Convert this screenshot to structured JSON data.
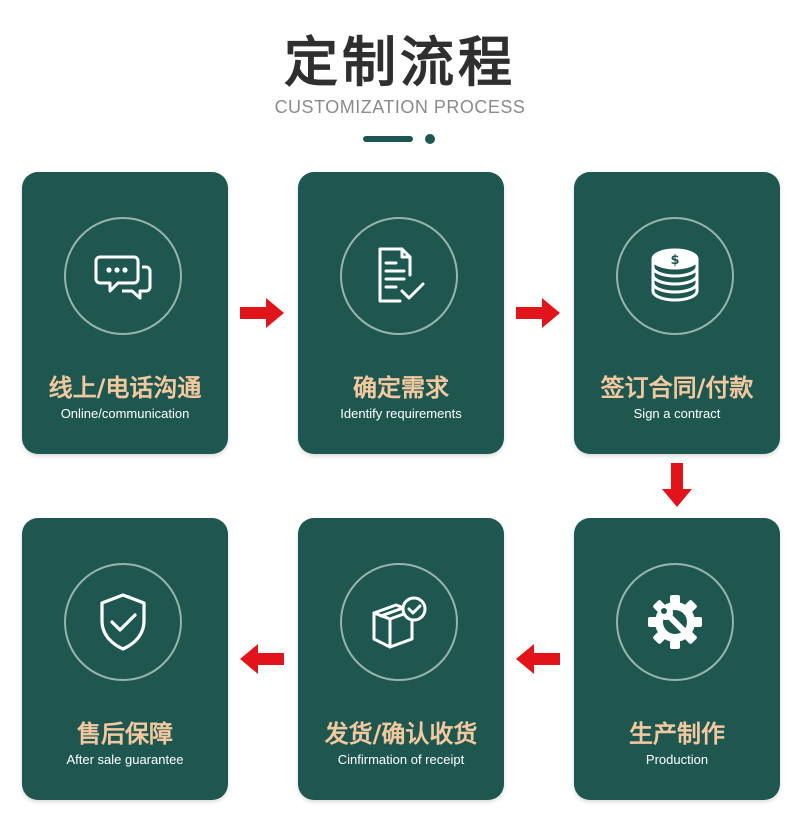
{
  "header": {
    "title": "定制流程",
    "subtitle": "CUSTOMIZATION PROCESS"
  },
  "steps": [
    {
      "title": "线上/电话沟通",
      "subtitle": "Online/communication",
      "icon": "chat-bubbles-icon"
    },
    {
      "title": "确定需求",
      "subtitle": "Identify requirements",
      "icon": "document-check-icon"
    },
    {
      "title": "签订合同/付款",
      "subtitle": "Sign a contract",
      "icon": "coin-stack-icon"
    },
    {
      "title": "生产制作",
      "subtitle": "Production",
      "icon": "gear-wrench-icon"
    },
    {
      "title": "发货/确认收货",
      "subtitle": "Cinfirmation of receipt",
      "icon": "package-check-icon"
    },
    {
      "title": "售后保障",
      "subtitle": "After sale guarantee",
      "icon": "shield-check-icon"
    }
  ],
  "colors": {
    "card": "#1e5750",
    "title_text": "#f4c9a0",
    "arrow": "#e0141a"
  }
}
